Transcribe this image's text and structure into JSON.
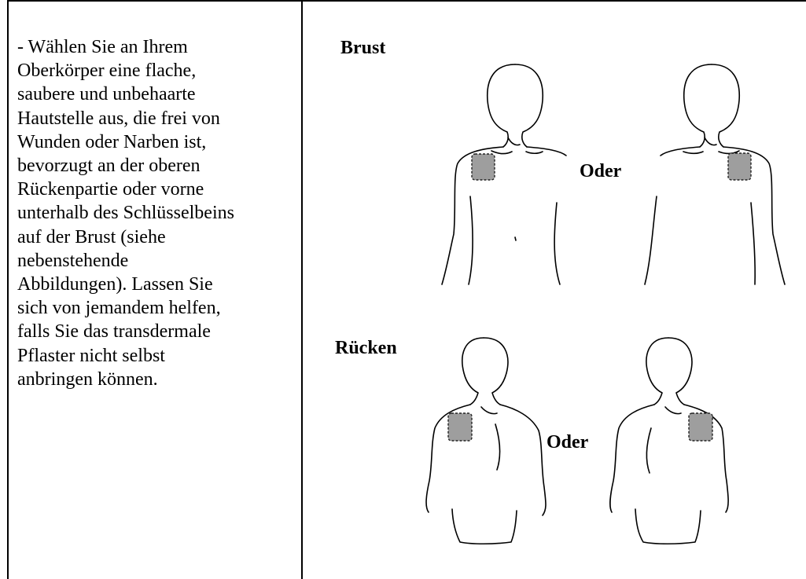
{
  "instruction": "- Wählen Sie an Ihrem\nOberkörper eine flache,\nsaubere und unbehaarte\nHautstelle aus, die frei von\nWunden oder Narben ist,\nbevorzugt an der oberen\nRückenpartie oder vorne\nunterhalb des Schlüsselbeins\nauf der Brust (siehe\nnebenstehende\nAbbildungen). Lassen Sie\nsich von jemandem helfen,\nfalls Sie das transdermale\nPflaster nicht selbst\nanbringen können.",
  "figures": {
    "chest_label": "Brust",
    "back_label": "Rücken",
    "or_label_top": "Oder",
    "or_label_bottom": "Oder"
  },
  "patch_color": "#9e9e9e"
}
